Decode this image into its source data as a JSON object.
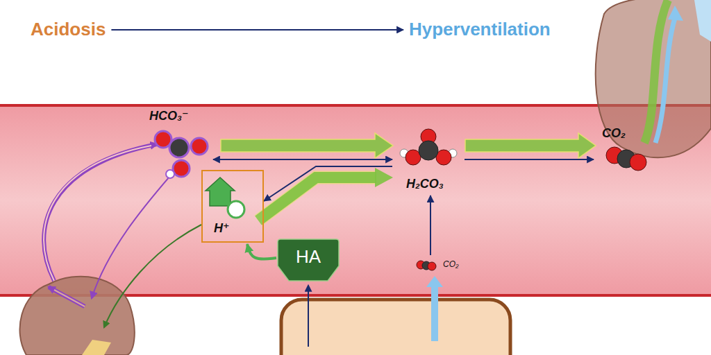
{
  "diagram": {
    "nodes": [
      {
        "text": [
          "Acidosis"
        ]
      },
      {
        "text": [
          "Hyperventilation"
        ]
      },
      {
        "text": [
          "HCO₃⁻"
        ]
      },
      {
        "text": [
          "H₂CO₃"
        ]
      },
      {
        "text": [
          "CO₂"
        ]
      },
      {
        "text": [
          "H⁺"
        ]
      },
      {
        "text": [
          "HA"
        ]
      },
      {
        "text": [
          "CO₂"
        ]
      }
    ],
    "edges": [
      {
        "from": 0,
        "to": 1,
        "arrow": "to"
      },
      {
        "from": 2,
        "to": 3,
        "arrow": "both"
      },
      {
        "from": 3,
        "to": 4,
        "arrow": "to"
      },
      {
        "from": 3,
        "to": 5,
        "arrow": "to"
      },
      {
        "from": 6,
        "to": 5,
        "arrow": "to"
      },
      {
        "from": 7,
        "to": 3,
        "arrow": "to"
      }
    ]
  }
}
